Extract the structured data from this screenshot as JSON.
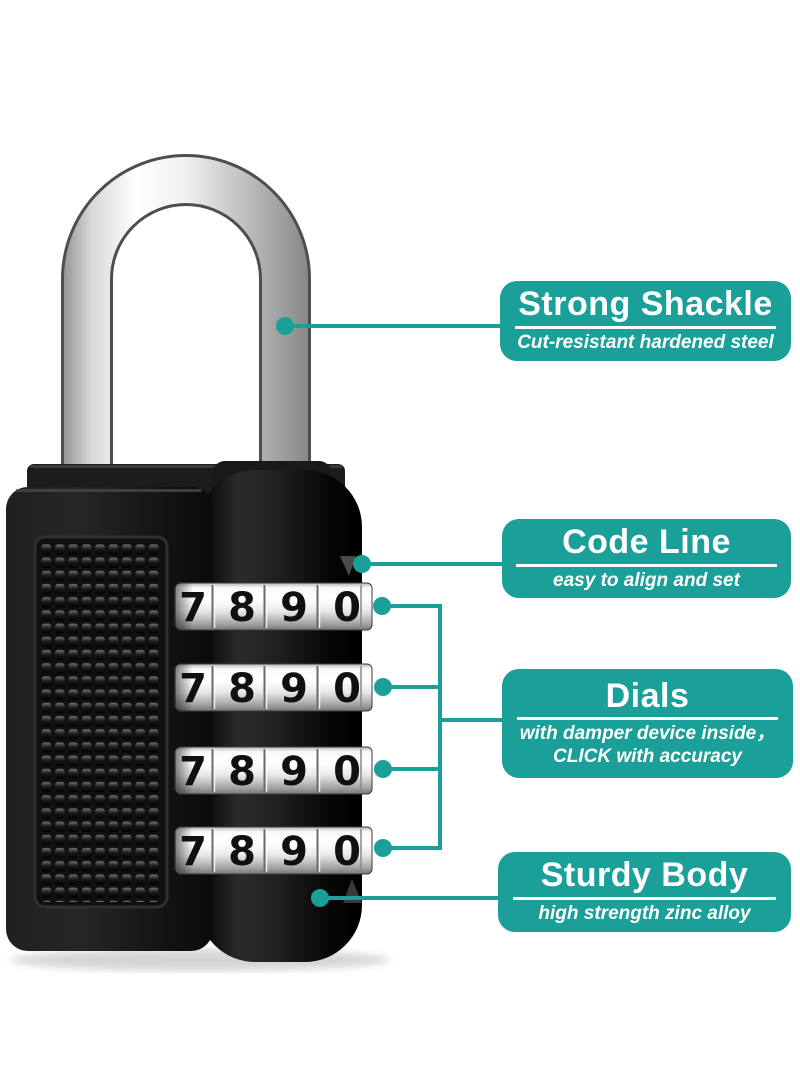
{
  "image_type": "product-feature-diagram",
  "product": {
    "name": "4-digit combination padlock",
    "dial_rows": 4,
    "visible_digits": [
      "7",
      "8",
      "9",
      "0"
    ]
  },
  "callouts": {
    "shackle": {
      "title": "Strong Shackle",
      "subtitle": "Cut-resistant hardened steel"
    },
    "code_line": {
      "title": "Code Line",
      "subtitle": "easy to align and set"
    },
    "dials": {
      "title": "Dials",
      "subtitle_line1": "with damper device inside，",
      "subtitle_line2": "CLICK with accuracy"
    },
    "body": {
      "title": "Sturdy Body",
      "subtitle": "high strength zinc alloy"
    }
  },
  "colors": {
    "accent_teal": "#1aa099",
    "background": "#ffffff",
    "label_text": "#ffffff",
    "lock_body": "#141414",
    "shackle_silver": "#d8d8d8"
  }
}
